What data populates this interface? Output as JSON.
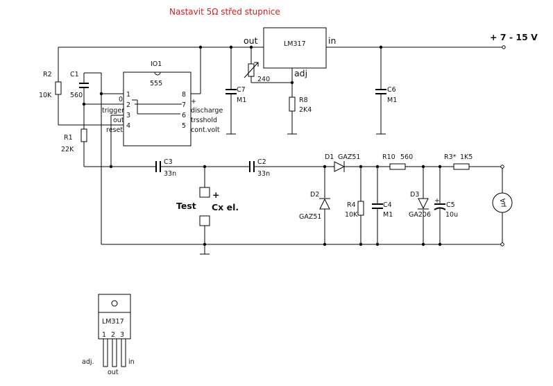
{
  "title": "Nastavit 5Ω střed stupnice",
  "supply_label": "+ 7 - 15 V",
  "regulator": {
    "name": "LM317",
    "out": "out",
    "in": "in",
    "adj": "adj"
  },
  "ic": {
    "name": "IO1",
    "type": "555",
    "pins_left": [
      "1",
      "0",
      "2",
      "3",
      "4"
    ],
    "pins_right": [
      "8",
      "7",
      "6",
      "5"
    ],
    "labels_left": [
      "trigger",
      "out",
      "reset"
    ],
    "labels_right": [
      "+",
      "discharge",
      "trsshold",
      "cont.volt"
    ]
  },
  "components": {
    "R2": {
      "name": "R2",
      "value": "10K"
    },
    "C1": {
      "name": "C1",
      "value": "560"
    },
    "R1": {
      "name": "R1",
      "value": "22K"
    },
    "C7": {
      "name": "C7",
      "value": "M1"
    },
    "P240": {
      "value": "240"
    },
    "R8": {
      "name": "R8",
      "value": "2K4"
    },
    "C6": {
      "name": "C6",
      "value": "M1"
    },
    "C3": {
      "name": "C3",
      "value": "33n"
    },
    "C2": {
      "name": "C2",
      "value": "33n"
    },
    "D1": {
      "name": "D1",
      "value": "GAZ51"
    },
    "R10": {
      "name": "R10",
      "value": "560"
    },
    "R3": {
      "name": "R3*",
      "value": "1K5"
    },
    "D2": {
      "name": "D2",
      "value": "GAZ51"
    },
    "R4": {
      "name": "R4",
      "value": "10K"
    },
    "C4": {
      "name": "C4",
      "value": "M1"
    },
    "D3": {
      "name": "D3",
      "value": "GA206"
    },
    "C5": {
      "name": "C5",
      "value": "10u"
    },
    "meter": {
      "value": "µA"
    }
  },
  "test": {
    "label": "Test",
    "cap": "Cx el.",
    "plus": "+"
  },
  "package": {
    "name": "LM317",
    "pins": [
      "1",
      "2",
      "3"
    ],
    "adj": "adj.",
    "out": "out",
    "in": "in"
  }
}
